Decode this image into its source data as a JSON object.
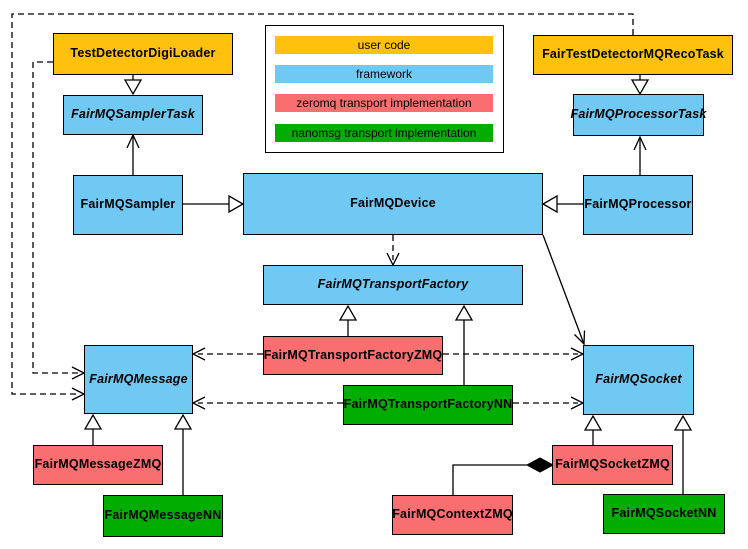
{
  "colors": {
    "user_code": "#FFC10D",
    "framework": "#6FC9F2",
    "zeromq": "#F96E6E",
    "nanomsg": "#01AD01",
    "line": "#000000",
    "box_border": "#000000",
    "background": "#FFFFFF"
  },
  "legend": {
    "items": [
      {
        "label": "user code",
        "category": "user_code"
      },
      {
        "label": "framework",
        "category": "framework"
      },
      {
        "label": "zeromq transport implementation",
        "category": "zeromq"
      },
      {
        "label": "nanomsg transport implementation",
        "category": "nanomsg"
      }
    ]
  },
  "nodes": {
    "digiloader": {
      "label": "TestDetectorDigiLoader",
      "category": "user_code",
      "abstract": false
    },
    "recotask": {
      "label": "FairTestDetectorMQRecoTask",
      "category": "user_code",
      "abstract": false
    },
    "samplertask": {
      "label": "FairMQSamplerTask",
      "category": "framework",
      "abstract": true
    },
    "processortask": {
      "label": "FairMQProcessorTask",
      "category": "framework",
      "abstract": true
    },
    "sampler": {
      "label": "FairMQSampler",
      "category": "framework",
      "abstract": false
    },
    "device": {
      "label": "FairMQDevice",
      "category": "framework",
      "abstract": false
    },
    "processor": {
      "label": "FairMQProcessor",
      "category": "framework",
      "abstract": false
    },
    "transportfactory": {
      "label": "FairMQTransportFactory",
      "category": "framework",
      "abstract": true
    },
    "tfzmq": {
      "label": "FairMQTransportFactoryZMQ",
      "category": "zeromq",
      "abstract": false
    },
    "tfnn": {
      "label": "FairMQTransportFactoryNN",
      "category": "nanomsg",
      "abstract": false
    },
    "message": {
      "label": "FairMQMessage",
      "category": "framework",
      "abstract": true
    },
    "socket": {
      "label": "FairMQSocket",
      "category": "framework",
      "abstract": true
    },
    "msgzmq": {
      "label": "FairMQMessageZMQ",
      "category": "zeromq",
      "abstract": false
    },
    "msgnn": {
      "label": "FairMQMessageNN",
      "category": "nanomsg",
      "abstract": false
    },
    "sockzmq": {
      "label": "FairMQSocketZMQ",
      "category": "zeromq",
      "abstract": false
    },
    "socknn": {
      "label": "FairMQSocketNN",
      "category": "nanomsg",
      "abstract": false
    },
    "contextzmq": {
      "label": "FairMQContextZMQ",
      "category": "zeromq",
      "abstract": false
    }
  },
  "edges": [
    {
      "from": "digiloader",
      "to": "samplertask",
      "type": "inheritance"
    },
    {
      "from": "recotask",
      "to": "processortask",
      "type": "inheritance"
    },
    {
      "from": "sampler",
      "to": "device",
      "type": "inheritance"
    },
    {
      "from": "processor",
      "to": "device",
      "type": "inheritance"
    },
    {
      "from": "tfzmq",
      "to": "transportfactory",
      "type": "inheritance"
    },
    {
      "from": "tfnn",
      "to": "transportfactory",
      "type": "inheritance"
    },
    {
      "from": "msgzmq",
      "to": "message",
      "type": "inheritance"
    },
    {
      "from": "msgnn",
      "to": "message",
      "type": "inheritance"
    },
    {
      "from": "sockzmq",
      "to": "socket",
      "type": "inheritance"
    },
    {
      "from": "socknn",
      "to": "socket",
      "type": "inheritance"
    },
    {
      "from": "sampler",
      "to": "samplertask",
      "type": "association"
    },
    {
      "from": "processor",
      "to": "processortask",
      "type": "association"
    },
    {
      "from": "device",
      "to": "socket",
      "type": "association"
    },
    {
      "from": "device",
      "to": "transportfactory",
      "type": "dependency"
    },
    {
      "from": "tfzmq",
      "to": "message",
      "type": "dependency"
    },
    {
      "from": "tfzmq",
      "to": "socket",
      "type": "dependency"
    },
    {
      "from": "tfnn",
      "to": "message",
      "type": "dependency"
    },
    {
      "from": "tfnn",
      "to": "socket",
      "type": "dependency"
    },
    {
      "from": "recotask",
      "to": "message",
      "type": "dependency"
    },
    {
      "from": "digiloader",
      "to": "message",
      "type": "dependency"
    },
    {
      "from": "contextzmq",
      "to": "sockzmq",
      "type": "composition"
    }
  ]
}
